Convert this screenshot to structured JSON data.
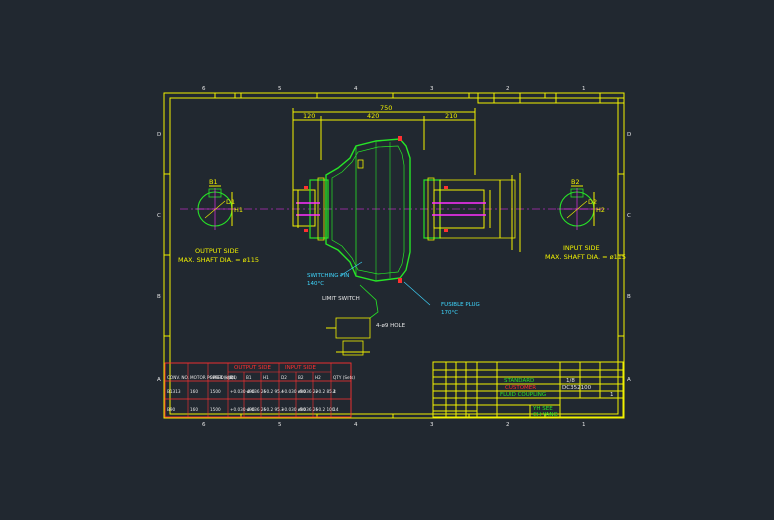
{
  "frame": {
    "col_labels": [
      "6",
      "5",
      "4",
      "3",
      "2",
      "1"
    ],
    "row_labels": [
      "D",
      "C",
      "B",
      "A"
    ]
  },
  "dims": {
    "overall": "750",
    "left": "120",
    "mid": "420",
    "right": "210"
  },
  "output_side": {
    "label": "OUTPUT SIDE",
    "max_shaft": "MAX. SHAFT DIA. = ø115",
    "b": "B1",
    "h": "H1",
    "d": "D1"
  },
  "input_side": {
    "label": "INPUT SIDE",
    "max_shaft": "MAX. SHAFT DIA. = ø115",
    "b": "B2",
    "h": "H2",
    "d": "D2"
  },
  "callouts": {
    "switching_pin": "SWITCHING PIN",
    "switching_pin_temp": "140°C",
    "limit_switch": "LIMIT SWITCH",
    "fusible_plug": "FUSIBLE PLUG",
    "fusible_plug_temp": "170°C",
    "hole": "4-ø9 HOLE"
  },
  "spec_table": {
    "group_headers": [
      "OUTPUT SIDE",
      "INPUT SIDE"
    ],
    "headers": [
      "CONV. NO.",
      "MOTOR POWER (kW)",
      "SPEED (rpm)",
      "D1",
      "B1",
      "H1",
      "D2",
      "B2",
      "H2",
      "QTY (Sets)"
    ],
    "rows": [
      [
        "B1313",
        "160",
        "1500",
        "+0.030 ø90",
        "-0.036 25",
        "+0.2 95.4",
        "+0.030 ø90",
        "-0.036 22",
        "+0.2 85.4",
        "2"
      ],
      [
        "B90",
        "160",
        "1500",
        "+0.030 ø90",
        "-0.036 25",
        "+0.2 95.3",
        "+0.030 ø90",
        "-0.036 25",
        "+0.2 100.4",
        "1"
      ]
    ]
  },
  "title_block": {
    "standard": "STANDARD",
    "customer": "CUSTOMER",
    "title": "FLUID COUPLING",
    "scale": "1/8",
    "drawing_no": "DC352100",
    "sheet": "1",
    "approved": "YH SEE",
    "checked": "CH YANG"
  },
  "colors": {
    "background": "#212830",
    "frame": "#f2f200",
    "body": "#27e427",
    "shaft": "#ff30ff",
    "accent": "#ff3030",
    "callout": "#3fd8ff"
  }
}
